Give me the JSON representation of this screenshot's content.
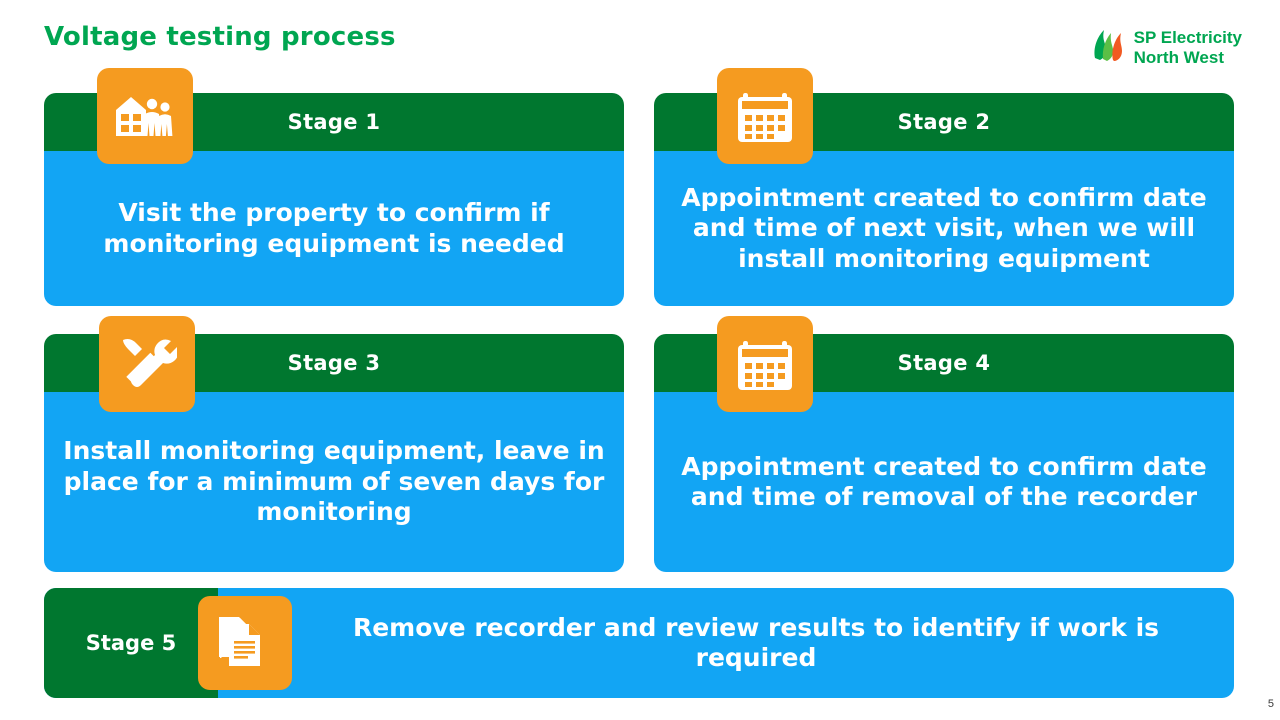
{
  "page_title": "Voltage testing process",
  "page_number": "5",
  "brand": {
    "logo_text": "SP Electricity\nNorth West",
    "green": "#00a651",
    "dark_green": "#00772f",
    "blue": "#12a5f4",
    "orange": "#f59b20"
  },
  "stages": [
    {
      "header": "Stage 1",
      "text": "Visit the property to confirm if monitoring equipment is needed",
      "icon": "house-people-icon"
    },
    {
      "header": "Stage 2",
      "text": "Appointment created to confirm date and time of next visit, when we will install monitoring equipment",
      "icon": "calendar-icon"
    },
    {
      "header": "Stage 3",
      "text": "Install monitoring equipment, leave in place for a minimum of seven days for monitoring",
      "icon": "tools-icon"
    },
    {
      "header": "Stage 4",
      "text": "Appointment created to confirm date and time of removal of the recorder",
      "icon": "calendar-icon"
    },
    {
      "header": "Stage 5",
      "text": "Remove recorder and review results to identify if work is required",
      "icon": "documents-icon"
    }
  ]
}
